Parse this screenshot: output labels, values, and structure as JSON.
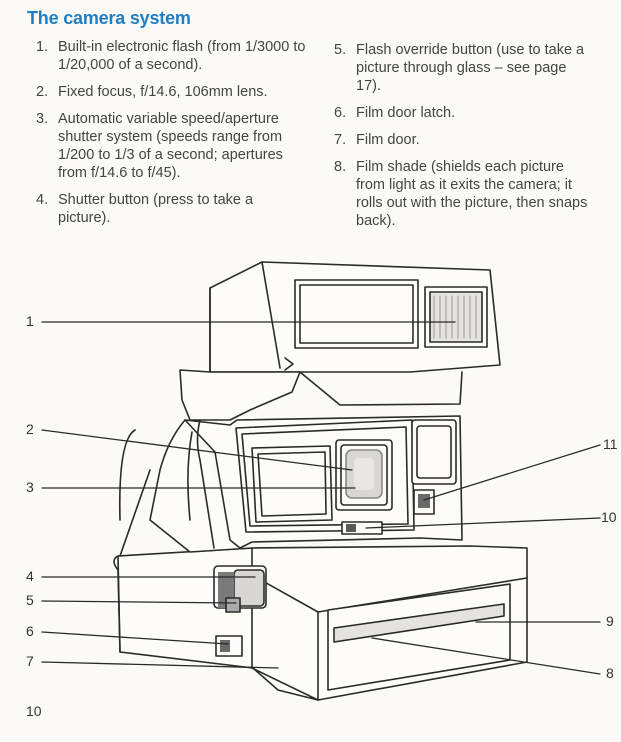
{
  "page": {
    "title": "The camera system",
    "page_number": "10"
  },
  "list_left": [
    {
      "num": "1.",
      "text": "Built-in electronic flash (from 1/3000 to 1/20,000 of a second)."
    },
    {
      "num": "2.",
      "text": "Fixed focus, f/14.6, 106mm lens."
    },
    {
      "num": "3.",
      "text": "Automatic variable speed/aperture shutter system (speeds range from 1/200 to 1/3 of a second; apertures from f/14.6 to f/45)."
    },
    {
      "num": "4.",
      "text": "Shutter button (press to take a picture)."
    }
  ],
  "list_right": [
    {
      "num": "5.",
      "text": "Flash override button (use to take a picture through glass – see page 17)."
    },
    {
      "num": "6.",
      "text": "Film door latch."
    },
    {
      "num": "7.",
      "text": "Film door."
    },
    {
      "num": "8.",
      "text": "Film shade (shields each picture from light as it exits the camera; it rolls out with the picture, then snaps back)."
    }
  ],
  "callouts": {
    "c1": "1",
    "c2": "2",
    "c3": "3",
    "c4": "4",
    "c5": "5",
    "c6": "6",
    "c7": "7",
    "c8": "8",
    "c9": "9",
    "c10": "10",
    "c11": "11"
  }
}
